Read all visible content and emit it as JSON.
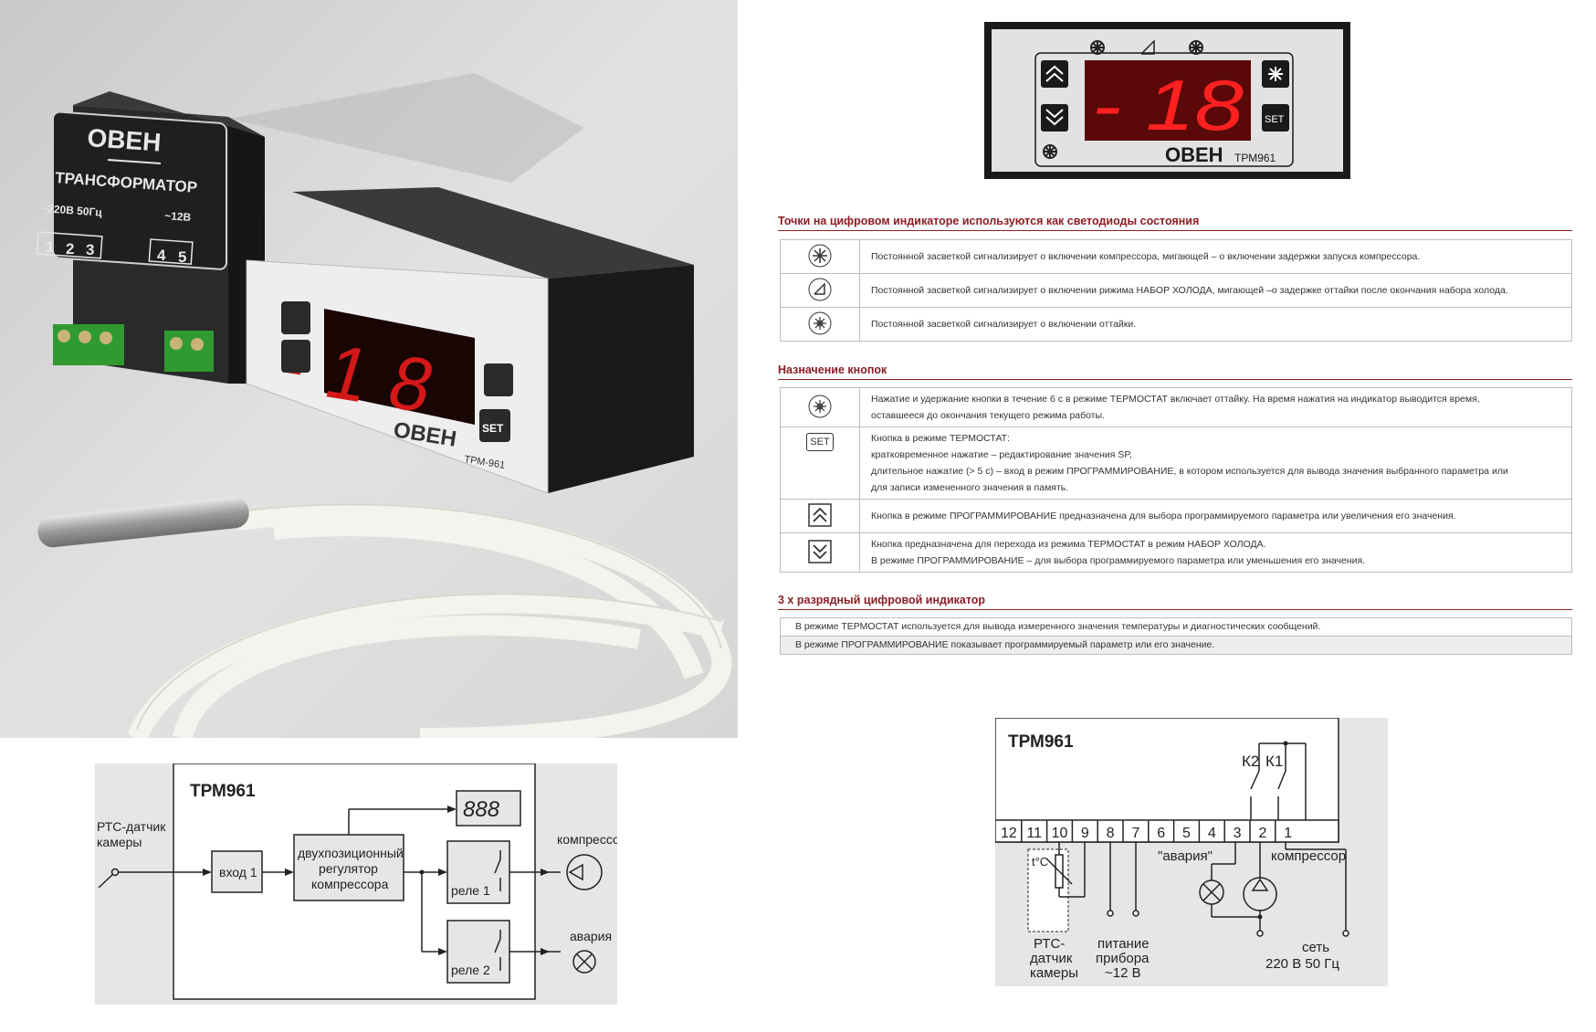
{
  "photo": {
    "transformer": {
      "brand": "ОВЕН",
      "title": "ТРАНСФОРМАТОР",
      "input": "~220В 50Гц",
      "output": "~12В",
      "terminals_in": [
        "1",
        "2",
        "3"
      ],
      "terminals_out": [
        "4",
        "5"
      ]
    },
    "controller": {
      "display": "-18",
      "set": "SET",
      "brand": "ОВЕН",
      "model": "ТРМ-961"
    }
  },
  "front_panel": {
    "display": "- 18",
    "set_label": "SET",
    "brand": "ОВЕН",
    "model": "ТРМ961"
  },
  "status_section": {
    "title": "Точки на цифровом индикаторе используются как светодиоды состояния",
    "rows": [
      {
        "icon": "compressor-snowflake-icon",
        "text": "Постоянной засветкой сигнализирует о включении компрессора, мигающей – о включении задержки запуска компрессора."
      },
      {
        "icon": "cooling-mode-icon",
        "text": "Постоянной засветкой сигнализирует о включении рижима НАБОР ХОЛОДА, мигающей –о задержке оттайки после окончания набора холода."
      },
      {
        "icon": "defrost-icon",
        "text": "Постоянной засветкой сигнализирует о включении оттайки."
      }
    ]
  },
  "buttons_section": {
    "title": "Назначение кнопок",
    "rows": [
      {
        "icon": "defrost-button-icon",
        "lines": [
          "Нажатие и удержание кнопки в течение 6 с в режиме ТЕРМОСТАТ включает оттайку. На время нажатия на индикатор выводится время,",
          "оставшееся до окончания текущего режима работы."
        ]
      },
      {
        "icon": "set-button-icon",
        "icon_label": "SET",
        "lines": [
          "Кнопка в режиме ТЕРМОСТАТ:",
          "кратковременное нажатие – редактирование значения SP,",
          "длительное нажатие (> 5 с) – вход в режим ПРОГРАММИРОВАНИЕ, в котором используется для вывода значения выбранного параметра или",
          "для записи измененного значения в память."
        ]
      },
      {
        "icon": "up-button-icon",
        "lines": [
          "Кнопка в режиме ПРОГРАММИРОВАНИЕ предназначена для выбора программируемого параметра или увеличения его значения."
        ]
      },
      {
        "icon": "down-button-icon",
        "lines": [
          "Кнопка предназначена для перехода из режима ТЕРМОСТАТ в режим НАБОР ХОЛОДА.",
          "В режиме ПРОГРАММИРОВАНИЕ – для выбора программируемого параметра или уменьшения его значения."
        ]
      }
    ]
  },
  "display_section": {
    "title": "3 х разрядный цифровой индикатор",
    "rows": [
      "В режиме ТЕРМОСТАТ используется для вывода измеренного значения температуры и диагностических сообщений.",
      "В режиме ПРОГРАММИРОВАНИЕ показывает программируемый параметр или его значение."
    ]
  },
  "block_diagram": {
    "device": "ТРМ961",
    "sensor": [
      "РТС-датчик",
      "камеры"
    ],
    "input": "вход 1",
    "regulator": [
      "двухпозиционный",
      "регулятор",
      "компрессора"
    ],
    "display": "888",
    "relay1": "реле 1",
    "relay2": "реле 2",
    "compressor": "компрессор",
    "alarm": "авария"
  },
  "wiring_diagram": {
    "device": "ТРМ961",
    "k2": "К2",
    "k1": "К1",
    "terminals": [
      "12",
      "11",
      "10",
      "9",
      "8",
      "7",
      "6",
      "5",
      "4",
      "3",
      "2",
      "1"
    ],
    "tc": "t°C",
    "sensor": [
      "РТС-",
      "датчик",
      "камеры"
    ],
    "power": [
      "питание",
      "прибора",
      "~12 В"
    ],
    "alarm": "\"авария\"",
    "compressor": "компрессор",
    "mains": [
      "сеть",
      "220 В  50 Гц"
    ]
  }
}
